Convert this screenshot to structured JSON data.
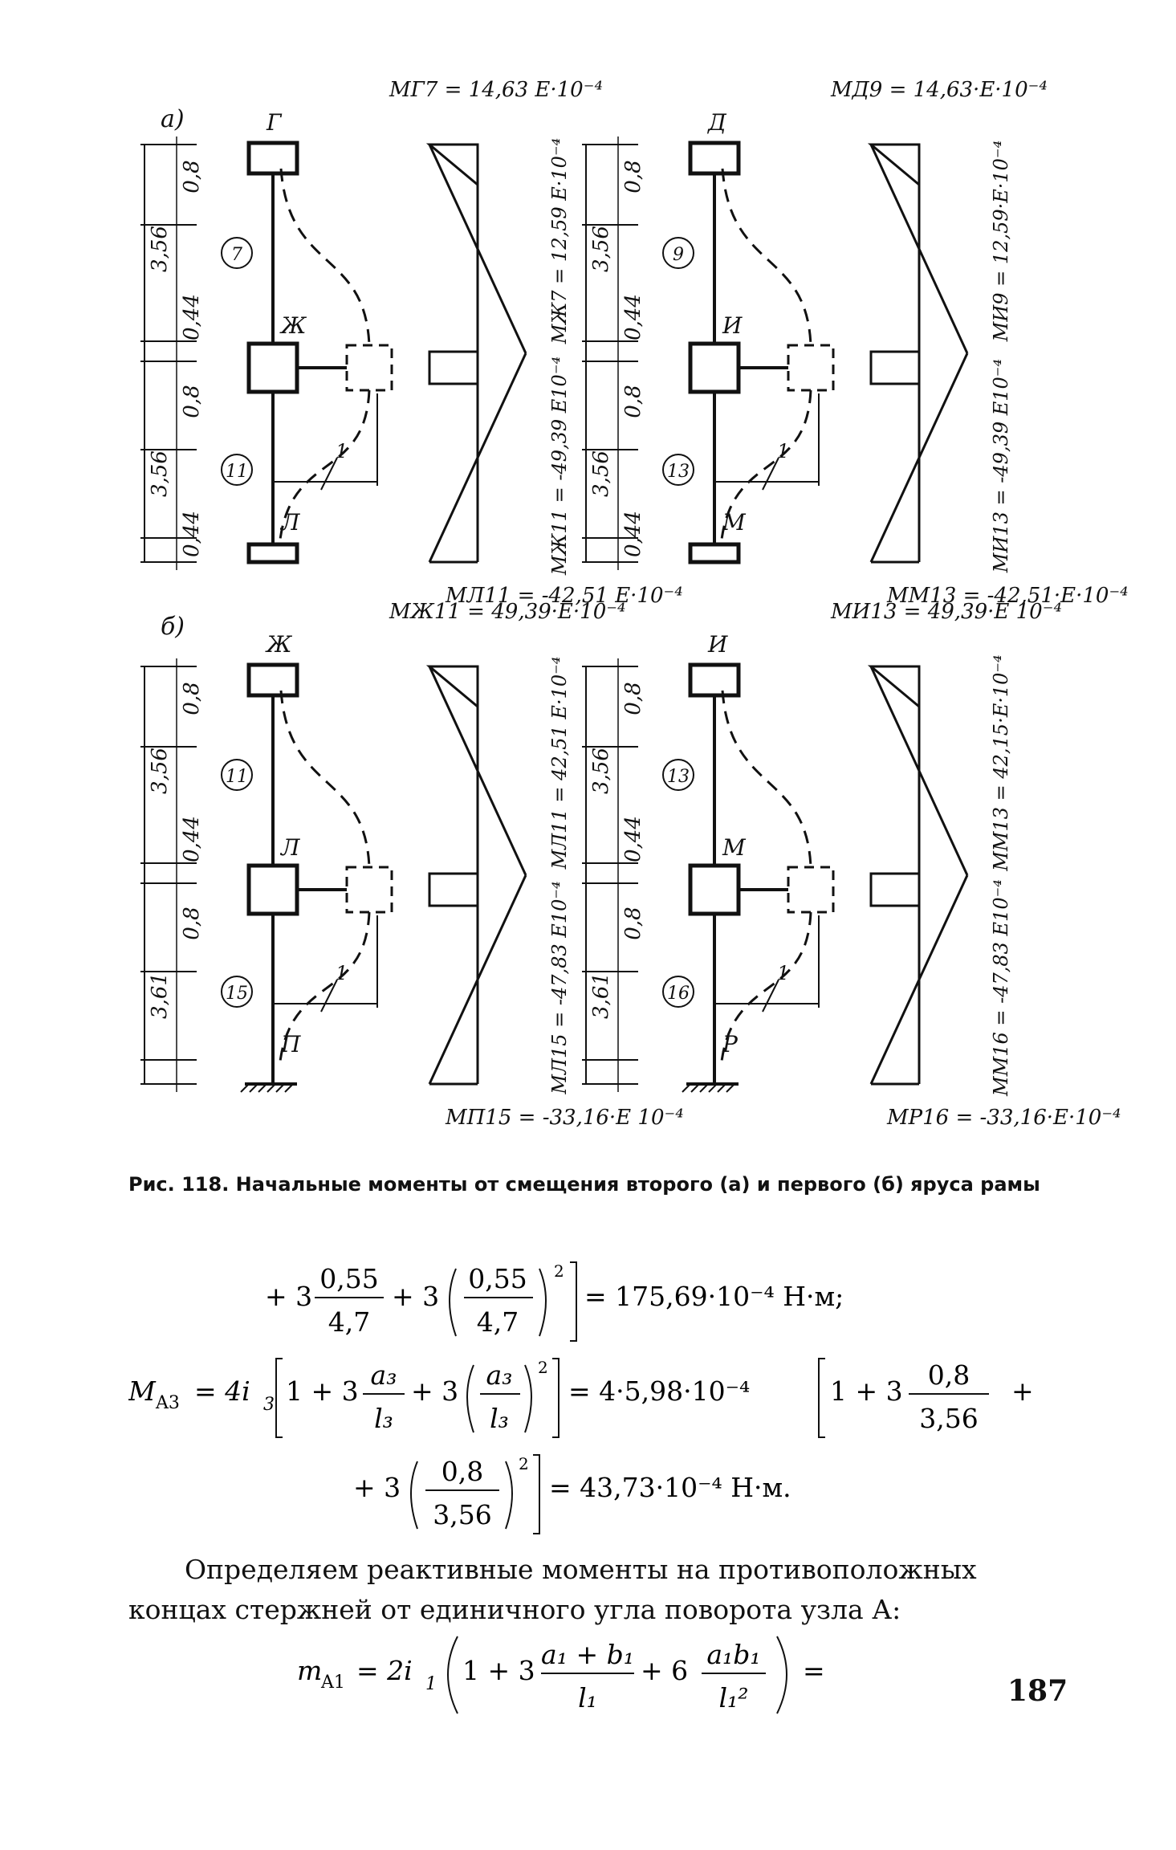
{
  "figure": {
    "panel_a_label": "а)",
    "panel_b_label": "б)",
    "diagrams": [
      {
        "top_node": "Г",
        "mid_node": "Ж",
        "bottom_node": "Л",
        "upper_element": "7",
        "lower_element": "11",
        "dim_h_upper": "3,56",
        "dim_h_lower": "3,56",
        "dim_a_upper": "0,8",
        "dim_b_upper": "0,44",
        "dim_a_lower": "0,8",
        "dim_b_lower": "0,44",
        "unit_shift": "1",
        "m_top": "MГ7 = 14,63 E·10⁻⁴",
        "m_mid_upper": "MЖ7 = 12,59 E·10⁻⁴",
        "m_mid_lower": "MЖ11 = -49,39 E10⁻⁴",
        "m_bottom": "MЛ11 = -42,51 E·10⁻⁴"
      },
      {
        "top_node": "Д",
        "mid_node": "И",
        "bottom_node": "М",
        "upper_element": "9",
        "lower_element": "13",
        "dim_h_upper": "3,56",
        "dim_h_lower": "3,56",
        "dim_a_upper": "0,8",
        "dim_b_upper": "0,44",
        "dim_a_lower": "0,8",
        "dim_b_lower": "0,44",
        "unit_shift": "1",
        "m_top": "MД9 = 14,63·E·10⁻⁴",
        "m_mid_upper": "MИ9 = 12,59·E·10⁻⁴",
        "m_mid_lower": "MИ13 = -49,39 E10⁻⁴",
        "m_bottom": "MМ13 = -42,51·E·10⁻⁴"
      },
      {
        "top_node": "Ж",
        "mid_node": "Л",
        "bottom_node": "П",
        "upper_element": "11",
        "lower_element": "15",
        "dim_h_upper": "3,56",
        "dim_h_lower": "3,61",
        "dim_a_upper": "0,8",
        "dim_b_upper": "0,44",
        "dim_a_lower": "0,8",
        "dim_b_lower": "",
        "unit_shift": "1",
        "m_top": "MЖ11 = 49,39·E·10⁻⁴",
        "m_mid_upper": "MЛ11 = 42,51 E·10⁻⁴",
        "m_mid_lower": "MЛ15 = -47,83 E10⁻⁴",
        "m_bottom": "MП15 = -33,16·E 10⁻⁴"
      },
      {
        "top_node": "И",
        "mid_node": "М",
        "bottom_node": "Р",
        "upper_element": "13",
        "lower_element": "16",
        "dim_h_upper": "3,56",
        "dim_h_lower": "3,61",
        "dim_a_upper": "0,8",
        "dim_b_upper": "0,44",
        "dim_a_lower": "0,8",
        "dim_b_lower": "",
        "unit_shift": "1",
        "m_top": "MИ13 = 49,39·E 10⁻⁴",
        "m_mid_upper": "MМ13 = 42,15·E·10⁻⁴",
        "m_mid_lower": "MМ16 = -47,83 E10⁻⁴",
        "m_bottom": "MР16 = -33,16·E·10⁻⁴"
      }
    ]
  },
  "caption": "Рис. 118. Начальные моменты от смещения второго (а) и первого (б) яруса рамы",
  "equations": {
    "eq1": {
      "lead": "+ 3",
      "f1_num": "0,55",
      "f1_den": "4,7",
      "mid": "+ 3",
      "f2_num": "0,55",
      "f2_den": "4,7",
      "power": "2",
      "result": "= 175,69·10⁻⁴ Н·м;"
    },
    "eq2": {
      "lhs": "M",
      "lhs_sub": "A3",
      "eq_coef": "= 4i",
      "coef_sub": "3",
      "one_plus": "1 + 3",
      "f1_num": "a₃",
      "f1_den": "l₃",
      "mid": "+ 3",
      "f2_num": "a₃",
      "f2_den": "l₃",
      "power": "2",
      "rhs1": "= 4·5,98·10⁻⁴",
      "one_plus_2": "1 + 3",
      "f3_num": "0,8",
      "f3_den": "3,56",
      "trail": "+"
    },
    "eq3": {
      "lead": "+ 3",
      "f1_num": "0,8",
      "f1_den": "3,56",
      "power": "2",
      "result": "= 43,73·10⁻⁴ Н·м."
    },
    "paragraph": "Определяем реактивные моменты на противоположных концах стержней от единичного угла поворота узла А:",
    "eq4": {
      "lhs": "m",
      "lhs_sub": "A1",
      "eq_coef": "= 2i",
      "coef_sub": "1",
      "one_plus": "1 + 3",
      "f1_num": "a₁ + b₁",
      "f1_den": "l₁",
      "mid": "+ 6",
      "f2_num": "a₁b₁",
      "f2_den": "l₁²",
      "tail": "="
    }
  },
  "page_number": "187"
}
